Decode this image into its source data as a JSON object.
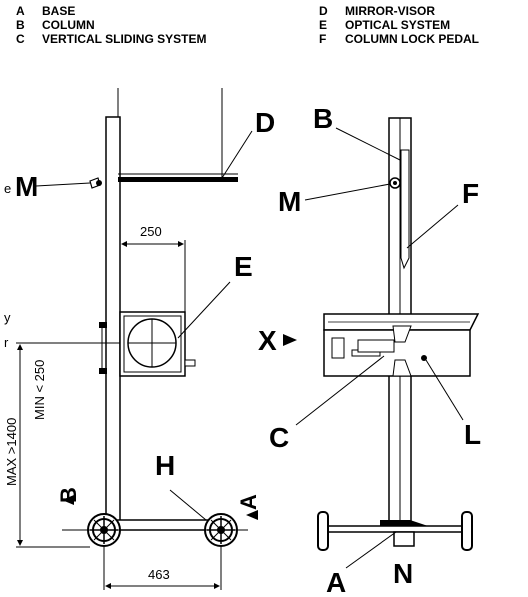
{
  "legend": {
    "left": [
      {
        "code": "A",
        "text": "BASE"
      },
      {
        "code": "B",
        "text": "COLUMN"
      },
      {
        "code": "C",
        "text": "VERTICAL SLIDING SYSTEM"
      }
    ],
    "right": [
      {
        "code": "D",
        "text": "MIRROR-VISOR"
      },
      {
        "code": "E",
        "text": "OPTICAL SYSTEM"
      },
      {
        "code": "F",
        "text": "COLUMN LOCK PEDAL"
      }
    ]
  },
  "callouts": {
    "front": {
      "D": "D",
      "M": "M",
      "E": "E",
      "H": "H",
      "B": "B",
      "A": "A",
      "M_partial_prefix": "e",
      "left_cut_1": "y",
      "left_cut_2": "r"
    },
    "side": {
      "B": "B",
      "M": "M",
      "F": "F",
      "X": "X",
      "C": "C",
      "L": "L",
      "A": "A",
      "N": "N"
    }
  },
  "dimensions": {
    "width_optical": "250",
    "wheelbase": "463",
    "max_height": "MAX >1400",
    "min_height": "MIN < 250"
  }
}
